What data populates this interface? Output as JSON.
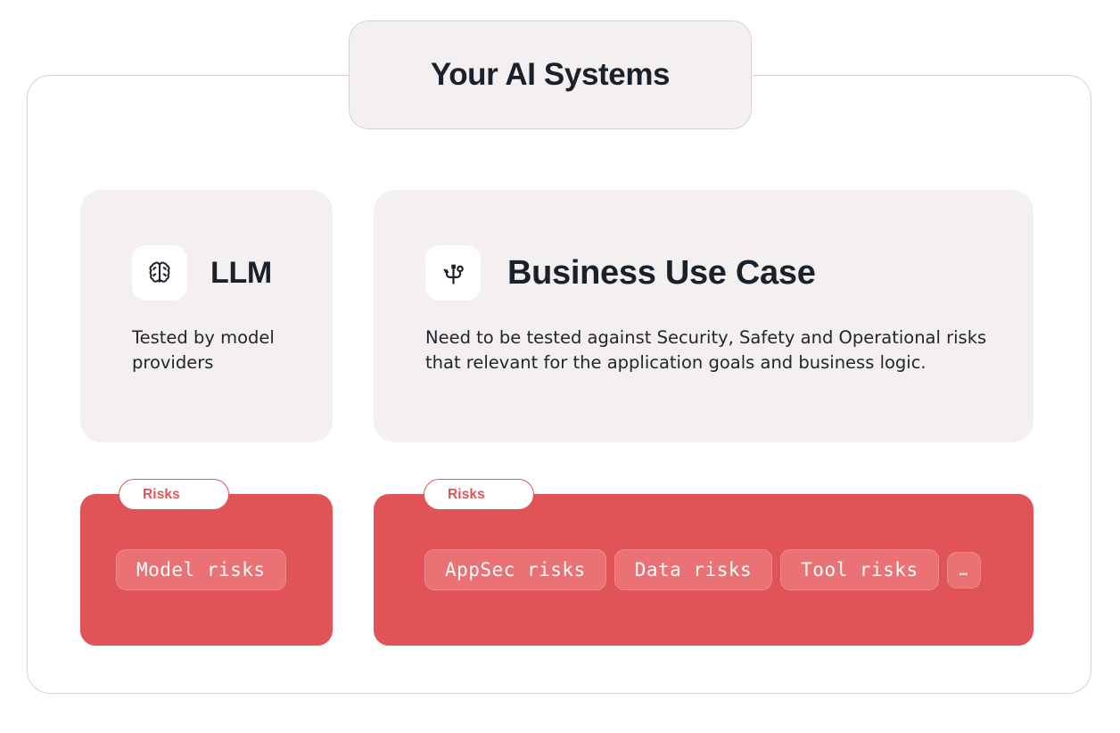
{
  "title_badge": {
    "label": "Your AI Systems"
  },
  "colors": {
    "frame_border": "#ddcfd5",
    "card_bg": "#f4f0f1",
    "risk_red": "#e05458",
    "risk_chip": "#ea7174",
    "text_dark": "#1b212b",
    "white": "#ffffff"
  },
  "cards": [
    {
      "id": "llm",
      "icon": "brain-icon",
      "title": "LLM",
      "description": "Tested by model providers",
      "risks": {
        "pill_label": "Risks",
        "chips": [
          "Model risks"
        ]
      }
    },
    {
      "id": "business-use-case",
      "icon": "usb-connector-icon",
      "title": "Business Use Case",
      "description": "Need to be tested against Security, Safety and Operational risks that relevant for the application goals and business logic.",
      "risks": {
        "pill_label": "Risks",
        "chips": [
          "AppSec risks",
          "Data risks",
          "Tool risks",
          "…"
        ]
      }
    }
  ]
}
